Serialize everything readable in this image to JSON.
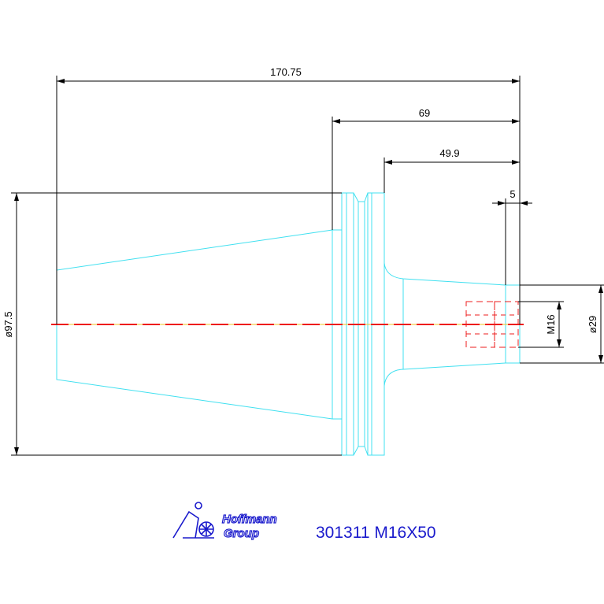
{
  "dimensions": {
    "overall_length": "170.75",
    "collar_to_end": "69",
    "flange_to_end": "49.9",
    "nose_length": "5",
    "flange_diameter": "ø97.5",
    "thread": "M16",
    "nose_diameter": "ø29"
  },
  "part": {
    "label": "301311 M16X50"
  },
  "logo": {
    "line1": "Hoffmann",
    "line2": "Group"
  },
  "colors": {
    "dimension": "#000000",
    "contour": "#40e0f0",
    "hidden": "#ee1c1c",
    "centerline": "#f0c020",
    "brand": "#1a1acc"
  }
}
